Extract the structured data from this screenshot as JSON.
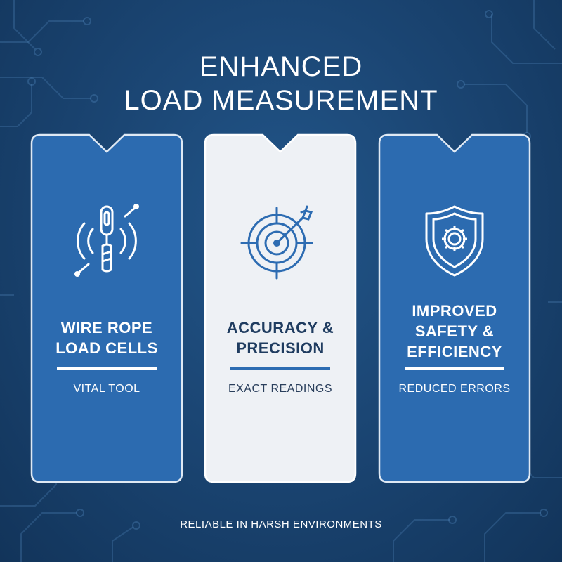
{
  "title": {
    "line1": "ENHANCED",
    "line2": "LOAD MEASUREMENT"
  },
  "cards": [
    {
      "heading": [
        "WIRE ROPE",
        "LOAD CELLS"
      ],
      "caption": "VITAL TOOL",
      "icon": "load-cell-icon",
      "style": "blue"
    },
    {
      "heading": [
        "ACCURACY &",
        "PRECISION"
      ],
      "caption": "EXACT READINGS",
      "icon": "target-arrow-icon",
      "style": "light"
    },
    {
      "heading": [
        "IMPROVED",
        "SAFETY &",
        "EFFICIENCY"
      ],
      "caption": "REDUCED ERRORS",
      "icon": "shield-gear-icon",
      "style": "blue"
    }
  ],
  "footer": "RELIABLE IN HARSH ENVIRONMENTS",
  "colors": {
    "background": "#1b4674",
    "card_blue": "#2c6bb0",
    "card_light": "#eef1f5",
    "accent": "#2d6cb2"
  }
}
